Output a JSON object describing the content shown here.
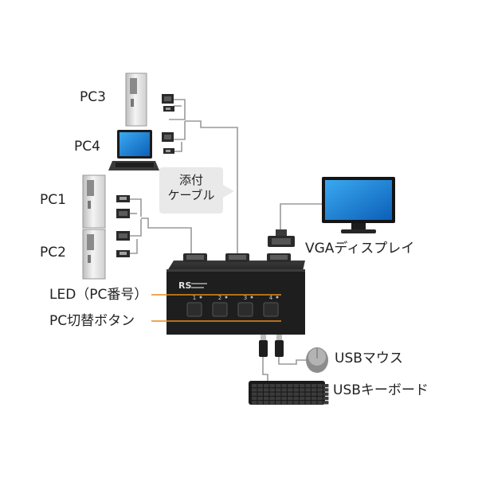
{
  "labels": {
    "pc3": "PC3",
    "pc4": "PC4",
    "pc1": "PC1",
    "pc2": "PC2",
    "cable_line1": "添付",
    "cable_line2": "ケーブル",
    "vga_display": "VGAディスプレイ",
    "led": "LED（PC番号）",
    "pc_switch": "PC切替ボタン",
    "usb_mouse": "USBマウス",
    "usb_keyboard": "USBキーボード"
  },
  "switch": {
    "port_numbers": [
      "1",
      "2",
      "3",
      "4"
    ]
  },
  "colors": {
    "callout_line": "#e88a1a",
    "cable": "#9a9a9a",
    "device_body": "#1e1e1e"
  }
}
